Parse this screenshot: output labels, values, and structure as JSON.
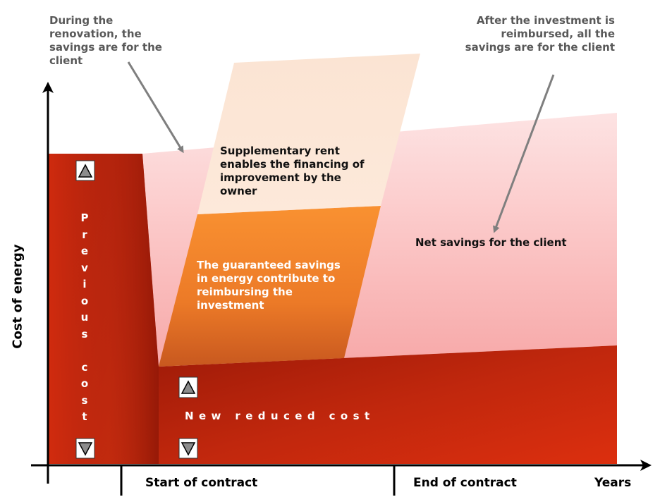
{
  "axes": {
    "y_label": "Cost of energy",
    "x_label": "Years",
    "start_label": "Start of contract",
    "end_label": "End of contract"
  },
  "annotations": {
    "renovation": [
      "During the",
      "renovation, the",
      "savings are for the",
      "client"
    ],
    "after": [
      "After the investment is",
      "reimbursed, all the",
      "savings are for the client"
    ]
  },
  "regions": {
    "supplementary": [
      "Supplementary rent",
      "enables the financing of",
      "improvement by the",
      "owner"
    ],
    "guaranteed": [
      "The guaranteed savings",
      "in energy contribute to",
      "reimbursing the",
      "investment"
    ],
    "net_savings": "Net savings for the client",
    "previous_cost": "Previous cost",
    "new_cost": "New reduced cost"
  },
  "icons": {
    "up": "up-triangle-icon",
    "down": "down-triangle-icon"
  },
  "colors": {
    "dark_red": "#a51c0a",
    "bright_red": "#d62a0c",
    "pink": "#fbc6c6",
    "orange": "#f68a2b",
    "peach": "#fbe4d2",
    "annotation_gray": "#595959"
  }
}
